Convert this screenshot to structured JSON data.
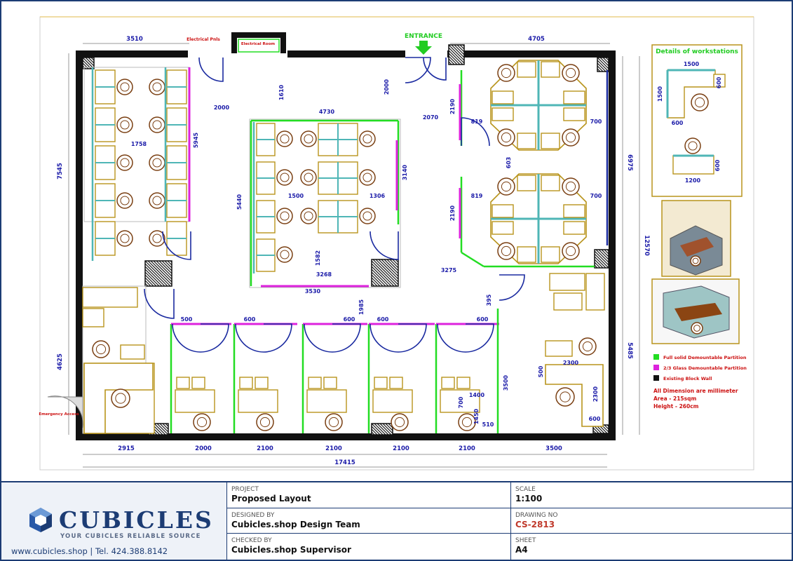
{
  "plan": {
    "top_dims": [
      "3510",
      "4705"
    ],
    "side_dims": [
      "7545",
      "4625",
      "6975",
      "12570",
      "5485"
    ],
    "bottom_dims": [
      "2915",
      "2000",
      "2100",
      "2100",
      "2100",
      "2100",
      "3500"
    ],
    "total_width": "17415",
    "internal_dims": [
      "1758",
      "5945",
      "2000",
      "1610",
      "2000",
      "4730",
      "2070",
      "2190",
      "2190",
      "819",
      "819",
      "700",
      "700",
      "603",
      "5440",
      "1500",
      "1306",
      "3140",
      "1582",
      "3268",
      "3530",
      "3275",
      "1985",
      "395",
      "500",
      "600",
      "600",
      "600",
      "600",
      "2300",
      "500",
      "2300",
      "600",
      "3500",
      "1400",
      "700",
      "1450",
      "510"
    ],
    "labels": {
      "entrance": "ENTRANCE",
      "top_left_label": "Electrical Pnls",
      "top_mid_label": "Electrical Room",
      "emergency": "Emergency Access"
    }
  },
  "sidebar": {
    "details_title": "Details of workstations",
    "detail_dims": [
      "1500",
      "1500",
      "600",
      "600",
      "1200",
      "600"
    ]
  },
  "legend": {
    "items": [
      {
        "text": "Full solid Demountable Partition",
        "color": "#22dd22"
      },
      {
        "text": "2/3 Glass Demountable Partition",
        "color": "#dd22dd"
      },
      {
        "text": "Existing Block Wall",
        "color": "#111111"
      }
    ],
    "notes": [
      "All Dimension are millimeter",
      "Area  -  215sqm",
      "Height  -  260cm"
    ]
  },
  "title_block": {
    "brand_name": "CUBICLES",
    "brand_tagline": "YOUR CUBICLES RELIABLE SOURCE",
    "contact": "www.cubicles.shop  |  Tel. 424.388.8142",
    "project_label": "PROJECT",
    "project_value": "Proposed Layout",
    "scale_label": "SCALE",
    "scale_value": "1:100",
    "designed_label": "DESIGNED BY",
    "designed_value": "Cubicles.shop Design Team",
    "drawing_label": "DRAWING NO",
    "drawing_value": "CS-2813",
    "checked_label": "CHECKED BY",
    "checked_value": "Cubicles.shop Supervisor",
    "sheet_label": "SHEET",
    "sheet_value": "A4"
  },
  "colors": {
    "wall": "#111111",
    "dimension_text": "#1a1aa8",
    "partition_solid": "#22dd22",
    "partition_glass": "#dd22dd",
    "desk": "#b8941c",
    "chair": "#7a3f12",
    "glass_panel": "#4fb6b6",
    "door": "#1a2aa0",
    "label_red": "#cc1111",
    "legend_text": "#cc1111",
    "brand": "#1c3c74"
  }
}
